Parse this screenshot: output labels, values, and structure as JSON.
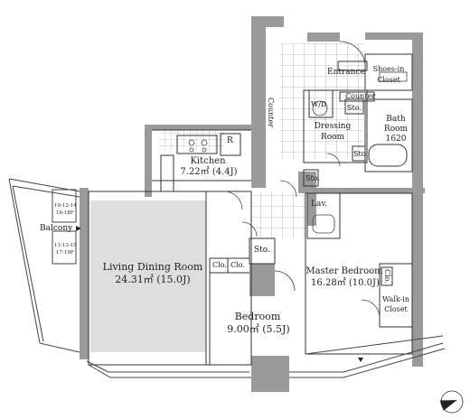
{
  "rooms": {
    "living": {
      "name": "Living Dining Room",
      "area": "24.31㎡ (15.0J)"
    },
    "kitchen": {
      "name": "Kitchen",
      "area": "7.22㎡ (4.4J)"
    },
    "bedroom": {
      "name": "Bedroom",
      "area": "9.00㎡ (5.5J)"
    },
    "master": {
      "name": "Master Bedroom",
      "area": "16.28㎡ (10.0J)"
    },
    "walkin": {
      "line1": "Walk-in",
      "line2": "Closet"
    },
    "entrance": {
      "name": "Entrance"
    },
    "shoes": {
      "line1": "Shoes-in",
      "line2": "Closet"
    },
    "dressing": {
      "line1": "Dressing",
      "line2": "Room"
    },
    "bath": {
      "line1": "Bath",
      "line2": "Room",
      "line3": "1620"
    },
    "balcony": {
      "name": "Balcony"
    },
    "lav": {
      "name": "Lav."
    }
  },
  "small_labels": {
    "counter_vertical": "Counter",
    "counter_entrance": "Counter",
    "wd": "W/D",
    "sto_dressing": "Sto.",
    "sto_bath": "Sto.",
    "sto_hall": "Sto.",
    "sto_center": "Sto.",
    "clo_1": "Clo.",
    "clo_2": "Clo.",
    "clo_master": "Clo.",
    "fridge": "R",
    "vent_upper_1": "10-12-14",
    "vent_upper_2": "16-18F",
    "vent_lower_1": "11-13-15",
    "vent_lower_2": "17-19F"
  },
  "colors": {
    "wall": "#9a9a9a",
    "grid": "#7a7a7a",
    "line": "#333333",
    "living_shade": "#dddddd"
  },
  "icons": {
    "north_arrow": "north-arrow-icon",
    "balcony_arrow": "triangle-right-icon"
  }
}
